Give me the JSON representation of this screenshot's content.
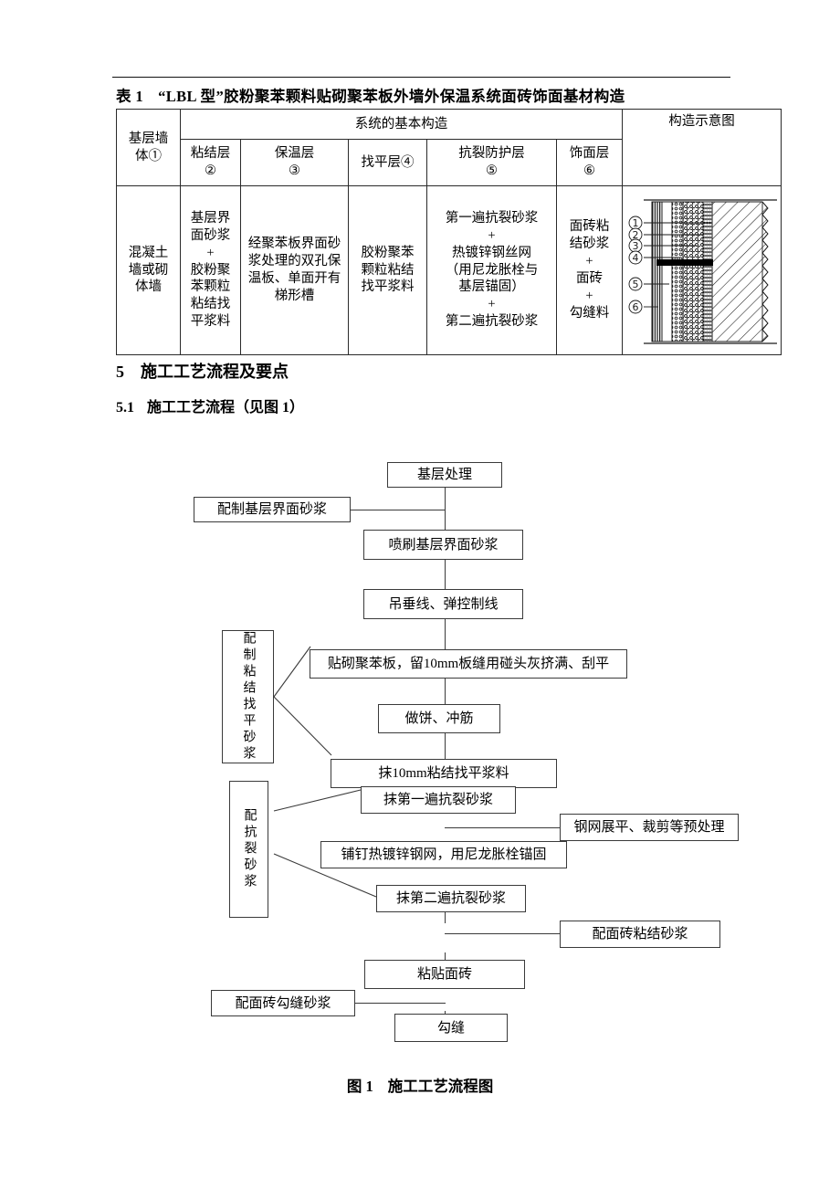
{
  "document": {
    "table": {
      "caption_number": "表 1",
      "caption_title": "“LBL 型”胶粉聚苯颗料贴砌聚苯板外墙外保温系统面砖饰面基材构造",
      "group_header_main": "系统的基本构造",
      "group_header_diagram": "构造示意图",
      "headers": [
        "基层墙体①",
        "粘结层②",
        "保温层③",
        "找平层④",
        "抗裂防护层⑤",
        "饰面层⑥"
      ],
      "header_lines": {
        "c0": [
          "基层墙",
          "体①"
        ],
        "c1": [
          "粘结层",
          "②"
        ],
        "c2": [
          "保温层",
          "③"
        ],
        "c3": [
          "找平层④"
        ],
        "c4": [
          "抗裂防护层",
          "⑤"
        ],
        "c5": [
          "饰面层",
          "⑥"
        ]
      },
      "row": {
        "base_wall": [
          "混凝土",
          "墙或砌",
          "体墙"
        ],
        "bond_layer": [
          "基层界",
          "面砂浆",
          "+",
          "胶粉聚",
          "苯颗粒",
          "粘结找",
          "平浆料"
        ],
        "insulation_layer": [
          "经聚苯板界面砂",
          "浆处理的双孔保",
          "温板、单面开有",
          "梯形槽"
        ],
        "leveling_layer": [
          "胶粉聚苯",
          "颗粒粘结",
          "找平浆料"
        ],
        "anticrack_layer": [
          "第一遍抗裂砂浆",
          "+",
          "热镀锌钢丝网",
          "（用尼龙胀栓与",
          "基层锚固）",
          "+",
          "第二遍抗裂砂浆"
        ],
        "finish_layer": [
          "面砖粘",
          "结砂浆",
          "+",
          "面砖",
          "+",
          "勾缝料"
        ]
      },
      "diagram_labels": [
        "①",
        "②",
        "③",
        "④",
        "⑤",
        "⑥"
      ]
    },
    "headings": {
      "section_number": "5",
      "section_title": "施工工艺流程及要点",
      "subsection_number": "5.1",
      "subsection_title": "施工工艺流程（见图 1）"
    },
    "flowchart": {
      "nodes": {
        "n1": "基层处理",
        "n2": "配制基层界面砂浆",
        "n3": "喷刷基层界面砂浆",
        "n4": "吊垂线、弹控制线",
        "n5": "贴砌聚苯板，留10mm板缝用碰头灰挤满、刮平",
        "n6": "配制粘结找平砂浆",
        "n7": "做饼、冲筋",
        "n8": "抹10mm粘结找平浆料",
        "n9": "配抗裂砂浆",
        "n10": "抹第一遍抗裂砂浆",
        "n11": "钢网展平、裁剪等预处理",
        "n12": "铺钉热镀锌钢网，用尼龙胀栓锚固",
        "n13": "抹第二遍抗裂砂浆",
        "n14": "配面砖粘结砂浆",
        "n15": "粘贴面砖",
        "n16": "配面砖勾缝砂浆",
        "n17": "勾缝"
      },
      "caption_number": "图 1",
      "caption_title": "施工工艺流程图"
    }
  }
}
